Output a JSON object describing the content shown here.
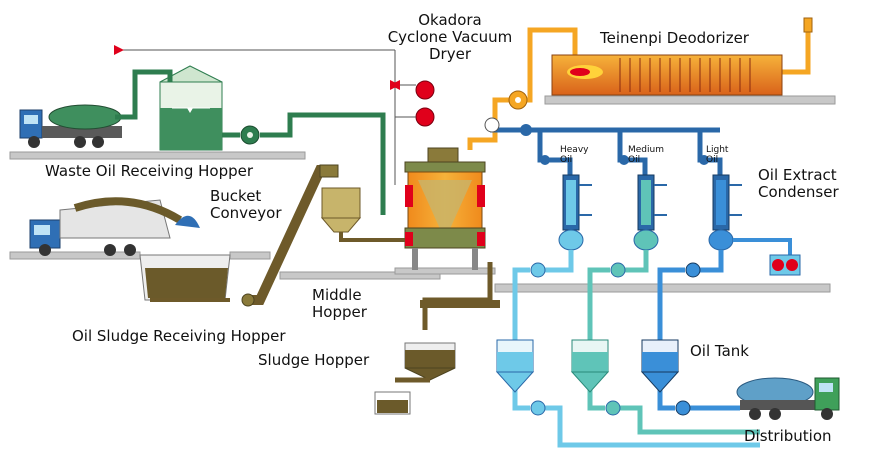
{
  "labels": {
    "okadora_line1": "Okadora",
    "okadora_line2": "Cyclone Vacuum",
    "okadora_line3": "Dryer",
    "deodorizer": "Teinenpi Deodorizer",
    "waste_oil_hopper": "Waste Oil Receiving Hopper",
    "bucket_conveyor_line1": "Bucket",
    "bucket_conveyor_line2": "Conveyor",
    "oil_extract_line1": "Oil Extract",
    "oil_extract_line2": "Condenser",
    "middle_hopper_line1": "Middle",
    "middle_hopper_line2": "Hopper",
    "oil_sludge_hopper": "Oil Sludge Receiving Hopper",
    "sludge_hopper": "Sludge Hopper",
    "oil_tank": "Oil Tank",
    "distribution": "Distribution",
    "heavy_oil_line1": "Heavy",
    "heavy_oil_line2": "Oil",
    "medium_oil_line1": "Medium",
    "medium_oil_line2": "Oil",
    "light_oil_line1": "Light",
    "light_oil_line2": "Oil"
  },
  "colors": {
    "ground": "#c8c8c8",
    "waste_oil_pipe": "#2e7d4f",
    "waste_oil_tank": "#3f8f5e",
    "sludge_pipe": "#6e5a2a",
    "sludge": "#6b5a2a",
    "deodorizer_pipe": "#f5a623",
    "deodorizer_body": "#e8781e",
    "heavy_oil": "#6ec9e8",
    "medium_oil": "#5fc4b8",
    "light_oil": "#3a8fd8",
    "signal_line": "#555555",
    "signal_arrow": "#e0001b",
    "dryer_body": "#f5b12a"
  }
}
